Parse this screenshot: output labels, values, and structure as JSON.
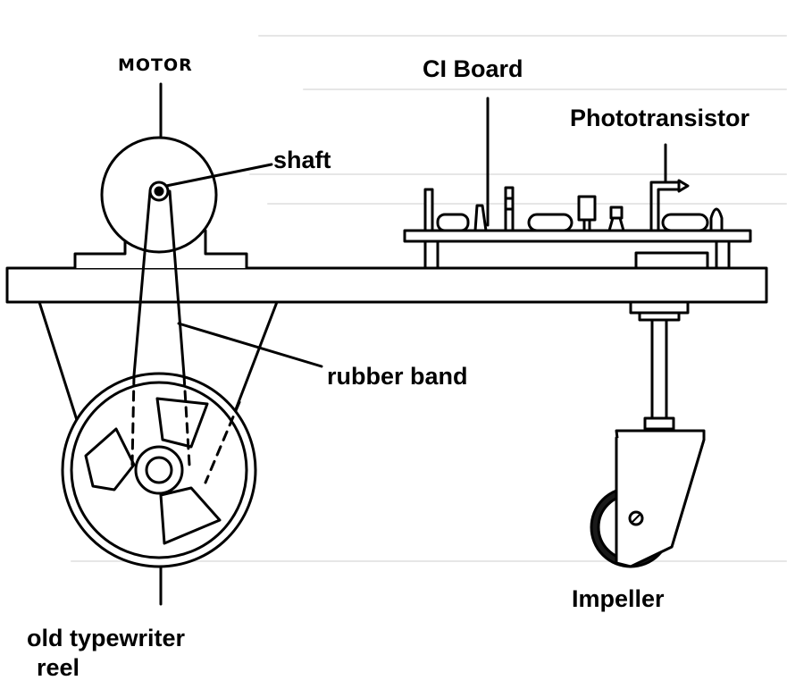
{
  "labels": {
    "motor": "MOTOR",
    "shaft": "shaft",
    "ci_board": "CI Board",
    "phototransistor": "Phototransistor",
    "rubber_band": "rubber band",
    "impeller": "Impeller",
    "reel_line1": "old typewriter",
    "reel_line2": "reel"
  }
}
